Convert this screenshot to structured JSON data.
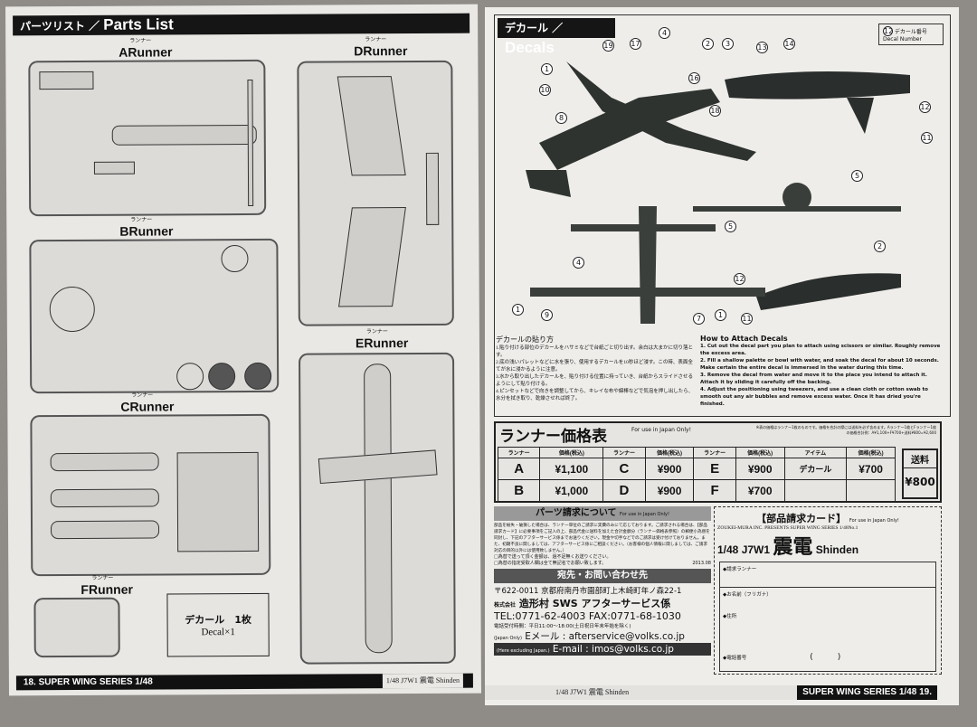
{
  "left_page": {
    "header_jp": "パーツリスト ／",
    "header_en": "Parts List",
    "runners": [
      {
        "letter": "A",
        "label": "Runner",
        "kana": "ランナー"
      },
      {
        "letter": "B",
        "label": "Runner",
        "kana": "ランナー"
      },
      {
        "letter": "C",
        "label": "Runner",
        "kana": "ランナー"
      },
      {
        "letter": "D",
        "label": "Runner",
        "kana": "ランナー"
      },
      {
        "letter": "E",
        "label": "Runner",
        "kana": "ランナー"
      },
      {
        "letter": "F",
        "label": "Runner",
        "kana": "ランナー"
      }
    ],
    "decal_box": {
      "jp": "デカール　1枚",
      "en": "Decal×1"
    },
    "footer_page": "18.",
    "footer_series": "SUPER WING SERIES 1/48",
    "footer_center": "1/48  J7W1 震電 Shinden"
  },
  "right_page": {
    "header_jp": "デカール ／",
    "header_en": "Decals",
    "decal_number_label": "デカール番号 Decal Number",
    "decal_number_badge": "12",
    "jp_howto_title": "デカールの貼り方",
    "jp_howto": [
      "1.貼り付ける部位のデカールをハサミなどで台紙ごと切り出す。余白は大まかに切り落とす。",
      "2.底の浅いパレットなどに水を張り、使用するデカールを10秒ほど浸す。この時、表面全てが水に浸かるように注意。",
      "3.水から取り出したデカールを、貼り付ける位置に持っていき、台紙からスライドさせるようにして貼り付ける。",
      "4.ピンセットなどで向きを調整してから、キレイな布や綿棒などで気泡を押し出したら、水分を拭き取り、乾燥させれば終了。"
    ],
    "en_howto_title": "How to Attach Decals",
    "en_howto": [
      "1. Cut out the decal part you plan to attach using scissors or similar. Roughly remove the excess area.",
      "2. Fill a shallow palette or bowl with water, and soak the decal for about 10 seconds. Make certain the entire decal is immersed in the water during this time.",
      "3. Remove the decal from water and move it to the place you intend to attach it. Attach it by sliding it carefully off the backing.",
      "4. Adjust the positioning using tweezers, and use a clean cloth or cotton swab to smooth out any air bubbles and remove excess water. Once it has dried you're finished."
    ],
    "price_table": {
      "title": "ランナー価格表",
      "note": "For use in Japan Only!",
      "fine_print": "※表の価格はランナー1枚のものです。価格を合計の際には送料を必ず含めます。Aランナー1枚とFランナー1枚の価格合計例：A¥1,100+F¥700+送料¥800=¥2,600",
      "col_runner": "ランナー",
      "col_price": "価格(税込)",
      "col_item": "アイテム",
      "rows": [
        [
          "A",
          "¥1,100",
          "C",
          "¥900",
          "E",
          "¥900",
          "デカール",
          "¥700"
        ],
        [
          "B",
          "¥1,000",
          "D",
          "¥900",
          "F",
          "¥700",
          "",
          ""
        ]
      ],
      "shipping_label": "送料",
      "shipping_value": "¥800"
    },
    "parts_request": {
      "title": "パーツ請求について",
      "note": "For use in Japan Only!",
      "body": "部品を紛失・破損した場合は、ランナー単位のご請求に実費のみにて応じております。ご請求される場合は、【部品請求カード】に必要事項をご記入の上、部品代金に送料を加えた合計金額分（ランナー価格表参照）の郵便小為替を同封し、下記のアフターサービス係までお送りください。現金や切手などでのご請求は受け付けておりません。また、初期不良に関しましては、アフターサービス係にご相談ください。（お客様の個人情報に関しましては、ご請求対応の目的以外には使用致しません。）",
      "note1": "□為替で送って頂く金額は、過不足無くお送りください。",
      "note2": "□為替の指定受取人欄は全て無記名でお願い致します。",
      "date": "2013.08",
      "contact_title": "宛先・お問い合わせ先",
      "address": "〒622-0011  京都府南丹市園部町上木崎町年ノ森22-1",
      "company_prefix": "株式会社",
      "company": "造形村 SWS アフターサービス係",
      "tel": "TEL:0771-62-4003   FAX:0771-68-1030",
      "hours": "電話受付時間：平日11:00～18:00(土日祝日年末年始を除く)",
      "email_jp_prefix": "(Japan Only)",
      "email_jp": "Eメール : afterservice@volks.co.jp",
      "email_intl_prefix": "(Here excluding Japan.)",
      "email_intl": "E-mail : imos@volks.co.jp"
    },
    "request_card": {
      "title": "【部品請求カード】",
      "note": "For use in Japan Only!",
      "presents": "ZOUKEI-MURA INC. PRESENTS SUPER WING SERIES 1/48No.1",
      "model": "1/48 J7W1",
      "kanji": "震電",
      "name_en": "Shinden",
      "fields": [
        "◆請求ランナー",
        "◆お名前（フリガナ）",
        "◆住所",
        "◆電話番号"
      ],
      "phone_parens": "(　　　)"
    },
    "footer_center": "1/48  J7W1 震電 Shinden",
    "footer_series": "SUPER WING SERIES 1/48",
    "footer_page": "19."
  }
}
